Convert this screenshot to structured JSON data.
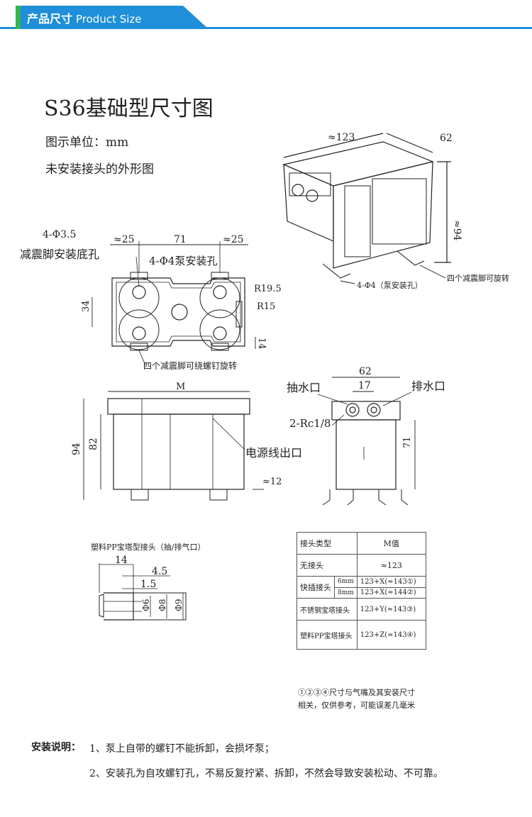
{
  "header": {
    "title_cn": "产品尺寸",
    "title_en": "Product Size",
    "accent": "#1e8fd8",
    "green": "#39b54a"
  },
  "doc": {
    "title": "S36基础型尺寸图",
    "unit": "图示单位：mm",
    "subtitle": "未安装接头的外形图"
  },
  "iso": {
    "dim_len": "≈123",
    "dim_w": "62",
    "dim_h": "≈94",
    "hole_label": "4-Φ4（泵安装孔）",
    "rotate_label": "四个减震脚可旋转"
  },
  "top_view": {
    "base_hole": "4-Φ3.5",
    "base_hole_label": "减震脚安装底孔",
    "d25_left": "≈25",
    "d71": "71",
    "d25_right": "≈25",
    "pump_hole": "4-Φ4泵安装孔",
    "r19": "R19.5",
    "r15": "R15",
    "d34": "34",
    "d14": "14",
    "screw_label": "四个减震脚可绕螺钉旋转"
  },
  "front_view": {
    "m": "M",
    "d94": "94",
    "d82": "82",
    "cable": "电源线出口",
    "d12": "≈12"
  },
  "side_view": {
    "d62": "62",
    "d17": "17",
    "inlet": "抽水口",
    "outlet": "排水口",
    "rc": "2-Rc1/8",
    "d71": "71"
  },
  "fitting": {
    "title": "塑料PP宝塔型接头（抽/排气口）",
    "d14": "14",
    "d45": "4.5",
    "d15": "1.5",
    "phi6": "Φ6",
    "phi8": "Φ8",
    "phi9": "Φ9"
  },
  "table": {
    "head": [
      "接头类型",
      "M值"
    ],
    "rows": [
      {
        "type": "无接头",
        "sub": "",
        "m": "≈123"
      },
      {
        "type": "快插接头",
        "sub": "6mm",
        "m": "123+X(≈143①)"
      },
      {
        "type": "",
        "sub": "8mm",
        "m": "123+X(≈144②)"
      },
      {
        "type": "不锈钢宝塔接头",
        "sub": "",
        "m": "123+Y(≈143③)"
      },
      {
        "type": "塑料PP宝塔接头",
        "sub": "",
        "m": "123+Z(≈143④)"
      }
    ],
    "footnote1": "①②③④尺寸与气嘴及其安装尺寸",
    "footnote2": "相关，仅供参考，可能误差几毫米"
  },
  "notes": {
    "label": "安装说明：",
    "n1": "1、泵上自带的螺钉不能拆卸，会损坏泵；",
    "n2": "2、安装孔为自攻螺钉孔，不易反复拧紧、拆卸，不然会导致安装松动、不可靠。"
  }
}
